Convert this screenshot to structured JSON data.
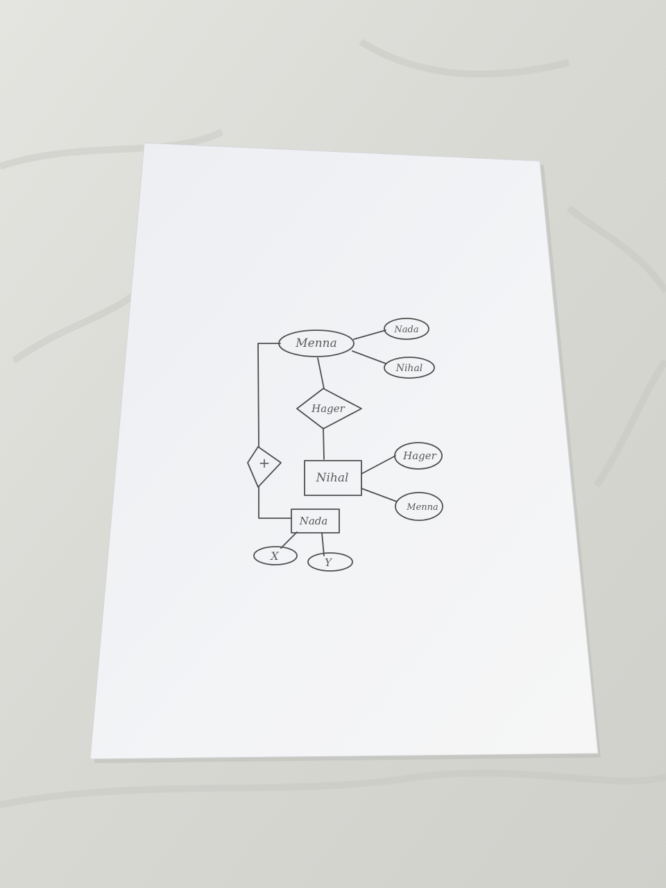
{
  "diagram": {
    "entities": [
      {
        "id": "nihal",
        "label": "Nihal"
      },
      {
        "id": "nada",
        "label": "Nada"
      }
    ],
    "relationships": [
      {
        "id": "hager",
        "label": "Hager"
      },
      {
        "id": "x_rel",
        "label": "+"
      }
    ],
    "attributes": [
      {
        "id": "menna_top",
        "label": "Menna"
      },
      {
        "id": "nada_attr",
        "label": "Nada"
      },
      {
        "id": "nihal_attr",
        "label": "Nihal"
      },
      {
        "id": "hager_attr",
        "label": "Hager"
      },
      {
        "id": "menna_attr",
        "label": "Menna"
      },
      {
        "id": "x_attr",
        "label": "X"
      },
      {
        "id": "y_attr",
        "label": "Y"
      }
    ]
  }
}
